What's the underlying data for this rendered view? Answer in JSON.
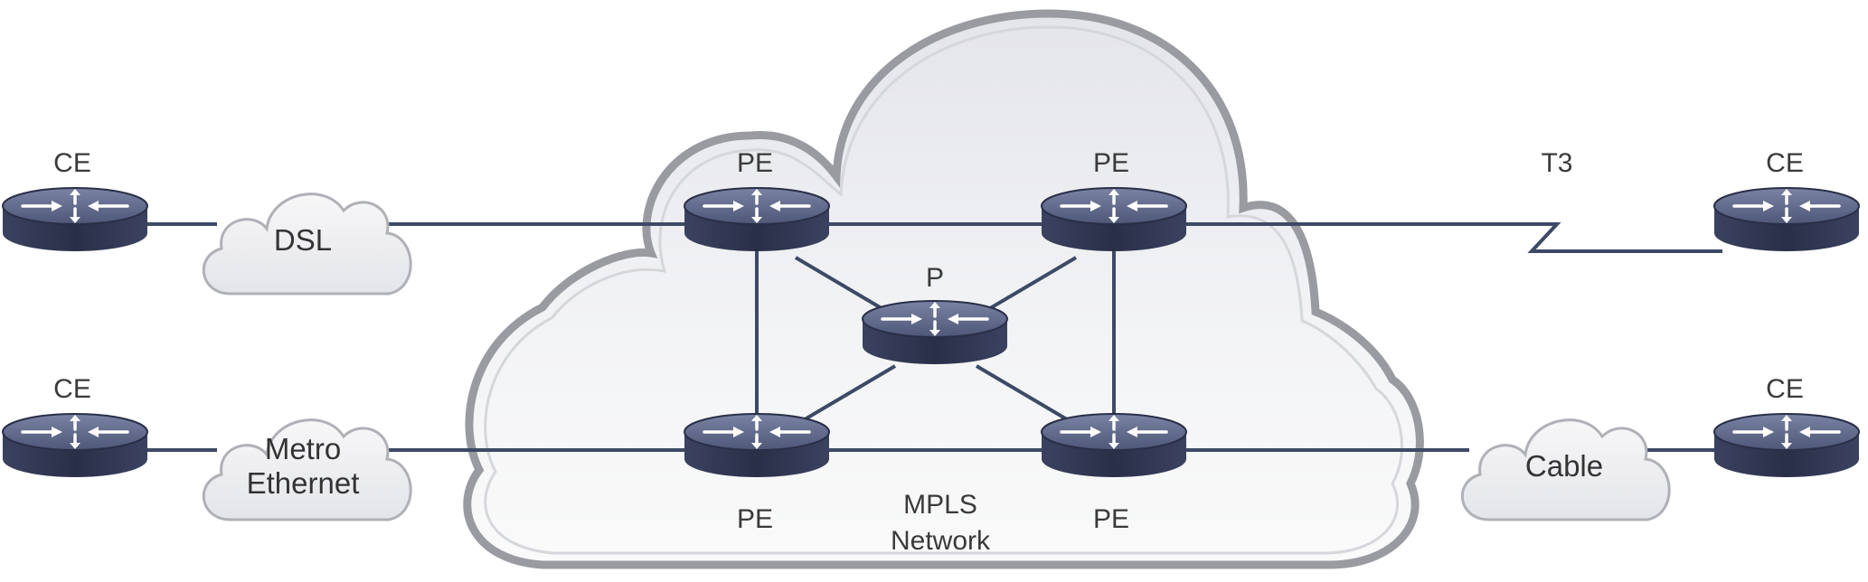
{
  "diagram": {
    "nodes": {
      "ce_top_left": "CE",
      "ce_bottom_left": "CE",
      "ce_top_right": "CE",
      "ce_bottom_right": "CE",
      "pe_top_left": "PE",
      "pe_top_right": "PE",
      "pe_bottom_left": "PE",
      "pe_bottom_right": "PE",
      "p_core": "P"
    },
    "clouds": {
      "dsl": "DSL",
      "metro_line1": "Metro",
      "metro_line2": "Ethernet",
      "cable": "Cable",
      "mpls_line1": "MPLS",
      "mpls_line2": "Network"
    },
    "links": {
      "t3": "T3"
    },
    "icons": {
      "router": "router-icon",
      "cloud": "cloud-icon"
    },
    "colors": {
      "router_top": "#5f6788",
      "router_body": "#2e3450",
      "link": "#3c4a66",
      "cloud_outline": "#a0a0a6",
      "cloud_fill": "#eeeff2"
    }
  }
}
